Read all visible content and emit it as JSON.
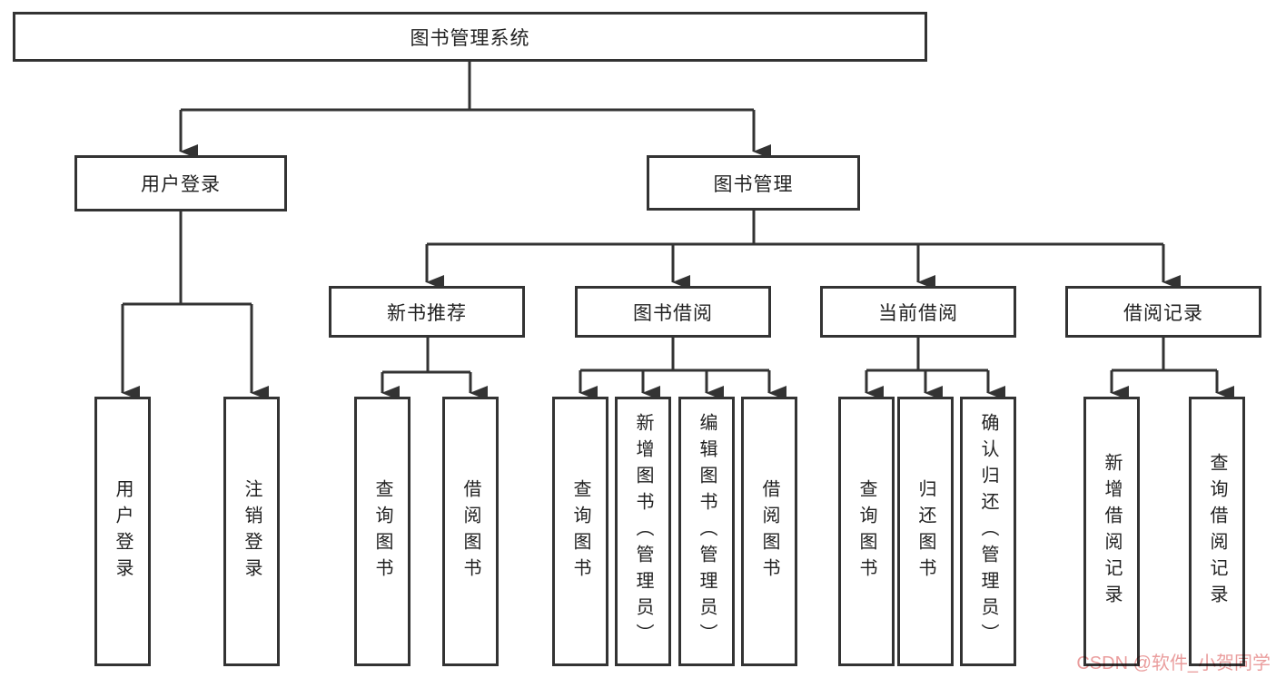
{
  "diagram": {
    "title_node": {
      "label": "图书管理系统"
    },
    "level2": {
      "user_login": {
        "label": "用户登录"
      },
      "book_manage": {
        "label": "图书管理"
      }
    },
    "level3": {
      "new_book_recommend": {
        "label": "新书推荐"
      },
      "book_borrow": {
        "label": "图书借阅"
      },
      "current_borrow": {
        "label": "当前借阅"
      },
      "borrow_record": {
        "label": "借阅记录"
      }
    },
    "leaves": {
      "user_login": {
        "label": "用户登录"
      },
      "logout": {
        "label": "注销登录"
      },
      "recommend_query_book": {
        "label": "查询图书"
      },
      "recommend_borrow_book": {
        "label": "借阅图书"
      },
      "borrow_query_book": {
        "label": "查询图书"
      },
      "borrow_add_book": {
        "label": "新增图书（管理员）"
      },
      "borrow_edit_book": {
        "label": "编辑图书（管理员）"
      },
      "borrow_borrow_book": {
        "label": "借阅图书"
      },
      "current_query_book": {
        "label": "查询图书"
      },
      "current_return_book": {
        "label": "归还图书"
      },
      "current_confirm_return": {
        "label": "确认归还（管理员）"
      },
      "record_add_record": {
        "label": "新增借阅记录"
      },
      "record_query_record": {
        "label": "查询借阅记录"
      }
    }
  },
  "watermark": {
    "text": "CSDN @软件_小贺同学",
    "color": "rgba(228,130,130,0.78)"
  },
  "colors": {
    "line": "#333333",
    "box_border": "#333333",
    "text": "#222222",
    "background": "#ffffff"
  }
}
